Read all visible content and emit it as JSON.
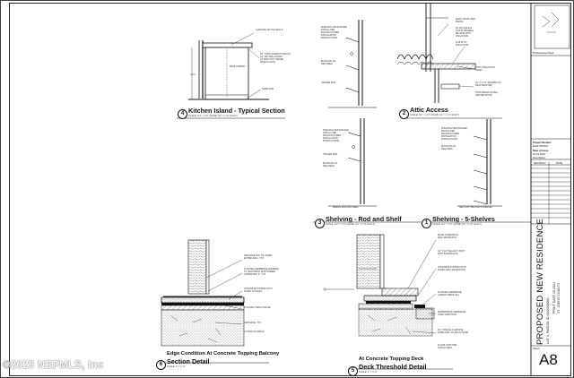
{
  "details": [
    {
      "num": "4",
      "title": "Kitchen Island - Typical Section",
      "scale": "SCALE: 1/2\" = 1'-0\" (24x36) 1/4\" = 1'-0\" (11x17)"
    },
    {
      "num": "2",
      "title": "Attic Access",
      "scale": "SCALE: 1/2\" = 1'-0\" (24x36) 1/4\" = 1'-0\" (11x17)"
    },
    {
      "num": "3",
      "title": "Shelving - Rod and Shelf",
      "scale": "SCALE: 1/2\" = 1'-0\" (24x36) 1/4\" = 1'-0\" (11x17)"
    },
    {
      "num": "1",
      "title": "Shelving - 5-Shelves",
      "scale": "SCALE: 1/2\" = 1'-0\" (24x36) 1/4\" = 1'-0\" (11x17)"
    },
    {
      "num": "6",
      "title_top": "Edge Condition At Concrete Topping Balcony",
      "title": "Section Detail",
      "scale": "SCALE: 1\" = 1'-0\""
    },
    {
      "num": "5",
      "title_top": "At Concrete Topping Deck",
      "title": "Deck Threshold Detail",
      "scale": "SCALE: 1\" = 1'-0\""
    }
  ],
  "notes": {
    "kitchen_1": "LAMINATE OR TILE WALLS",
    "kitchen_2": "3/4\" STAIN GRADE PLYWOOD\n1/2\" DRYWALL/FINISH\nAS SPEC'D BY OWNER\nFINISH FLOOR",
    "kitchen_base": "BASE CABINET",
    "kitchen_floor": "SUBFLOOR",
    "attic_1": "ROOF TRUSS, PER\nMANUF.",
    "attic_2": "(4) 2X6 CEILING\nJOISTS FRAMING\nBEYOND WITH\nINSULATION",
    "attic_3": "R-38 ATTIC\nINSULATION",
    "attic_4": "ATTIC INSULATION\nPANEL",
    "attic_5": "1/2\" X 1 1/2\" FRAMING W/\nWEATHERSTRIP",
    "attic_6": "TRIM PIECES AS REQ.\nPAINTED WHITE",
    "shelf_a": "SHELVING PER BUILDER;\nINSTALL PER\nMANUFACTURER\nINSTALLATION\nINSTRUCTIONS",
    "shelf_b": "HANGER ROD",
    "shelf_c": "BLOCKING AS\nREQUIRED",
    "shelf_d": "SHELVING PER BUILDER;\nINSTALL PER\nMANUFACTURER\nINSTALLATION\nINSTRUCTIONS",
    "shelf_base_3": "MIDDLE ROD AND SHELF",
    "shelf_base_1": "SECTION THROUGH 5-SHELVES",
    "edge_1": "DRAINAGE MAT TO LOWER\nENTIRE WALL, TYP.",
    "edge_2": "FLASHING MEMBRANE ADHERED\nTO SUBSTRATE WITH PRIMER,\nLAPPED MIN. 6\", TYP.",
    "edge_3": "CONCRETE TOPPING WITH\nSLOPE TO DRAIN",
    "edge_4": "FLASHING TAPE AT EDGE",
    "edge_5": "DRIP EDGE, TYP.",
    "edge_6": "GUTTER AS SPEC'D",
    "deck_1": "DOOR THRESHOLD,\nSEAL PER MANUF.",
    "deck_2": "1/2\" X 1/2\" SEALANT JOINT\nWITH BACKER ROD",
    "deck_3": "CONCRETE TOPPING WITH\nSLOPE AWAY FROM DOOR",
    "deck_4": "FLASHING MEMBRANE\nLAPPED UNDER SILL",
    "deck_5": "WATERPROOF MEMBRANE\nOVER SHEATHING",
    "deck_6": "3/4\" TONGUE & GROOVE\nSUBFLOOR, GLUED & NAILED",
    "deck_7": "FLOOR JOIST PER\nSTRUCTURAL"
  },
  "titleblock": {
    "professional_seal": "Professional Seal",
    "project_number_label": "Project Number",
    "project_number": "2024-0000XX",
    "date_of_issue_label": "Date of Issue",
    "date_of_issue": "01.01.2024",
    "description_label": "Description",
    "revision_label": "REVISION",
    "date_label": "DATE",
    "project_title": "PROPOSED NEW RESIDENCE",
    "project_sub1": "LOT 3, PARCEL ID 0248208060",
    "project_sub2": "PRINT DATE 15.2024",
    "project_sub3": "ST. JOHNS COUNTY",
    "sheet_label": "Sheet",
    "sheet_number": "A8"
  },
  "watermark": "©2025 NEFMLS, Inc"
}
